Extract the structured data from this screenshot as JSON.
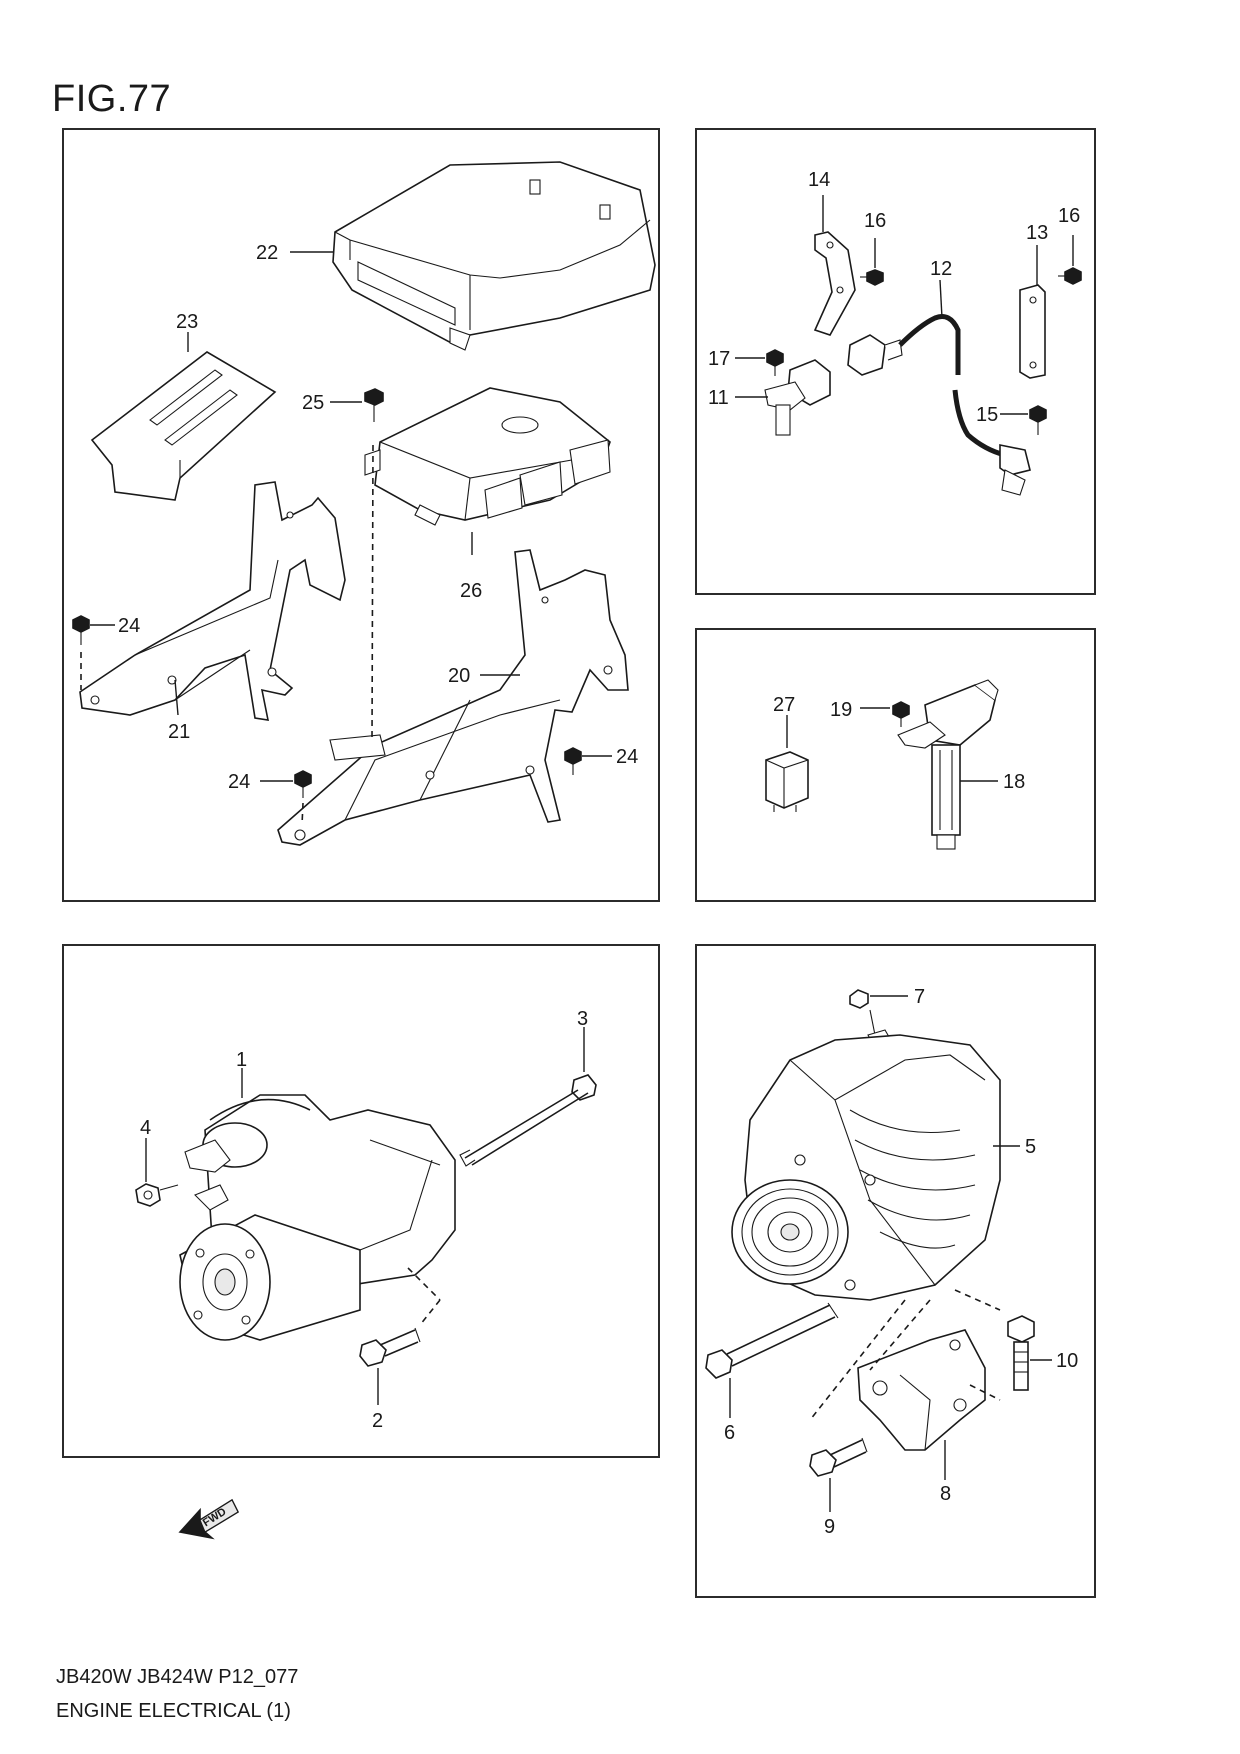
{
  "figure_title": "FIG.77",
  "footer": {
    "model_code": "JB420W JB424W P12_077",
    "section_title": "ENGINE ELECTRICAL (1)"
  },
  "fwd_arrow_label": "FWD",
  "callouts": {
    "c1": "1",
    "c2": "2",
    "c3": "3",
    "c4": "4",
    "c5": "5",
    "c6": "6",
    "c7": "7",
    "c8": "8",
    "c9": "9",
    "c10": "10",
    "c11": "11",
    "c12": "12",
    "c13": "13",
    "c14": "14",
    "c15": "15",
    "c16a": "16",
    "c16b": "16",
    "c17": "17",
    "c18": "18",
    "c19": "19",
    "c20": "20",
    "c21": "21",
    "c22": "22",
    "c23": "23",
    "c24a": "24",
    "c24b": "24",
    "c24c": "24",
    "c25": "25",
    "c26": "26",
    "c27": "27"
  }
}
